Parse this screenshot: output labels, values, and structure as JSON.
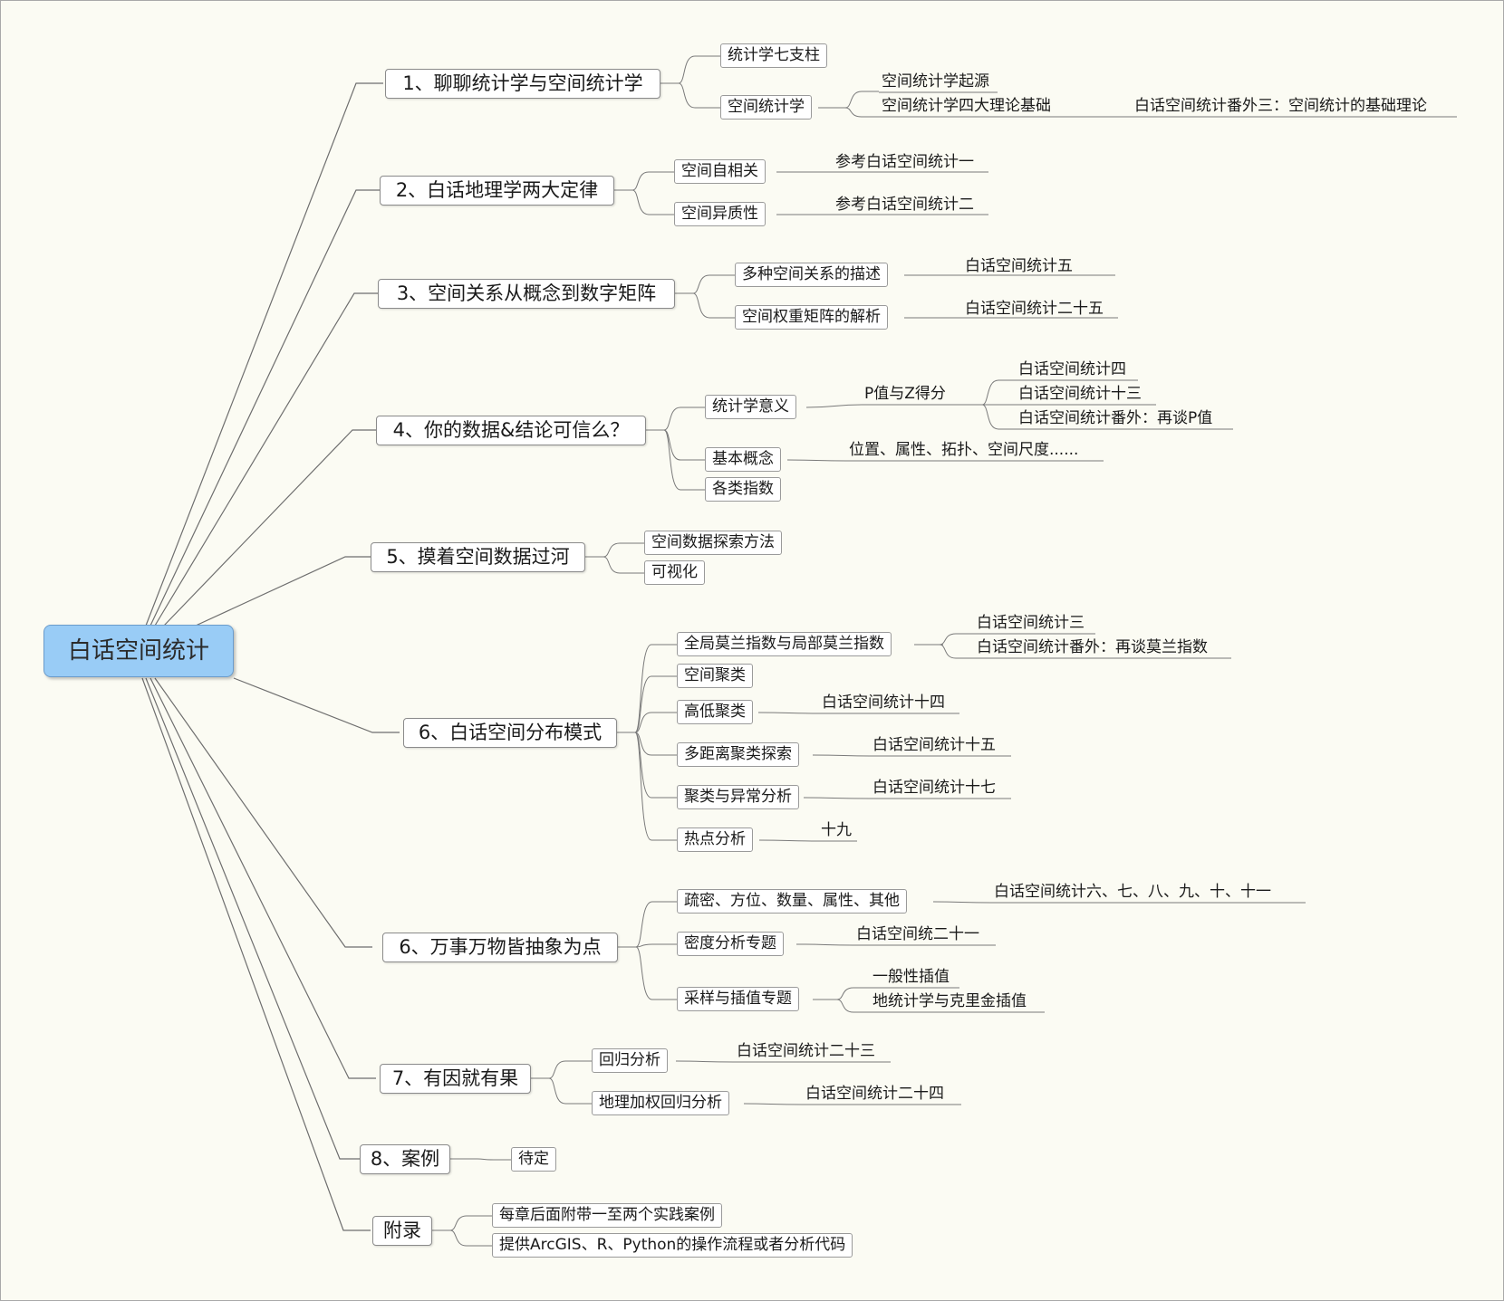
{
  "root": "白话空间统计",
  "topics": [
    {
      "text": "1、聊聊统计学与空间统计学",
      "children": [
        {
          "text": "统计学七支柱",
          "children": []
        },
        {
          "text": "空间统计学",
          "children": [
            {
              "text": "空间统计学起源"
            },
            {
              "text": "空间统计学四大理论基础",
              "children": [
                {
                  "text": "白话空间统计番外三：空间统计的基础理论"
                }
              ]
            }
          ]
        }
      ]
    },
    {
      "text": "2、白话地理学两大定律",
      "children": [
        {
          "text": "空间自相关",
          "children": [
            {
              "text": "参考白话空间统计一"
            }
          ]
        },
        {
          "text": "空间异质性",
          "children": [
            {
              "text": "参考白话空间统计二"
            }
          ]
        }
      ]
    },
    {
      "text": "3、空间关系从概念到数字矩阵",
      "children": [
        {
          "text": "多种空间关系的描述",
          "children": [
            {
              "text": "白话空间统计五"
            }
          ]
        },
        {
          "text": "空间权重矩阵的解析",
          "children": [
            {
              "text": "白话空间统计二十五"
            }
          ]
        }
      ]
    },
    {
      "text": "4、你的数据&结论可信么？",
      "children": [
        {
          "text": "统计学意义",
          "children": [
            {
              "text": "P值与Z得分",
              "children": [
                {
                  "text": "白话空间统计四"
                },
                {
                  "text": "白话空间统计十三"
                },
                {
                  "text": "白话空间统计番外：再谈P值"
                }
              ]
            }
          ]
        },
        {
          "text": "基本概念",
          "children": [
            {
              "text": "位置、属性、拓扑、空间尺度......"
            }
          ]
        },
        {
          "text": "各类指数",
          "children": []
        }
      ]
    },
    {
      "text": "5、摸着空间数据过河",
      "children": [
        {
          "text": "空间数据探索方法",
          "children": []
        },
        {
          "text": "可视化",
          "children": []
        }
      ]
    },
    {
      "text": "6、白话空间分布模式",
      "children": [
        {
          "text": "全局莫兰指数与局部莫兰指数",
          "children": [
            {
              "text": "白话空间统计三"
            },
            {
              "text": "白话空间统计番外：再谈莫兰指数"
            }
          ]
        },
        {
          "text": "空间聚类",
          "children": []
        },
        {
          "text": "高低聚类",
          "children": [
            {
              "text": "白话空间统计十四"
            }
          ]
        },
        {
          "text": "多距离聚类探索",
          "children": [
            {
              "text": "白话空间统计十五"
            }
          ]
        },
        {
          "text": "聚类与异常分析",
          "children": [
            {
              "text": "白话空间统计十七"
            }
          ]
        },
        {
          "text": "热点分析",
          "children": [
            {
              "text": "十九"
            }
          ]
        }
      ]
    },
    {
      "text": "6、万事万物皆抽象为点",
      "children": [
        {
          "text": "疏密、方位、数量、属性、其他",
          "children": [
            {
              "text": "白话空间统计六、七、八、九、十、十一"
            }
          ]
        },
        {
          "text": "密度分析专题",
          "children": [
            {
              "text": "白话空间统二十一"
            }
          ]
        },
        {
          "text": "采样与插值专题",
          "children": [
            {
              "text": "一般性插值"
            },
            {
              "text": "地统计学与克里金插值"
            }
          ]
        }
      ]
    },
    {
      "text": "7、有因就有果",
      "children": [
        {
          "text": "回归分析",
          "children": [
            {
              "text": "白话空间统计二十三"
            }
          ]
        },
        {
          "text": "地理加权回归分析",
          "children": [
            {
              "text": "白话空间统计二十四"
            }
          ]
        }
      ]
    },
    {
      "text": "8、案例",
      "children": [
        {
          "text": "待定",
          "children": []
        }
      ]
    },
    {
      "text": "附录",
      "children": [
        {
          "text": "每章后面附带一至两个实践案例",
          "children": []
        },
        {
          "text": "提供ArcGIS、R、Python的操作流程或者分析代码",
          "children": []
        }
      ]
    }
  ]
}
